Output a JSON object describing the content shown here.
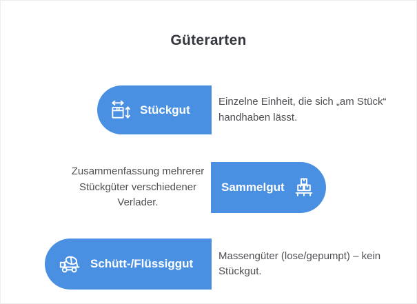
{
  "page": {
    "title": "Güterarten"
  },
  "colors": {
    "accent": "#4a90e2",
    "title_text": "#33373d",
    "body_text": "#4d4f52",
    "pill_text": "#ffffff"
  },
  "rows": [
    {
      "label": "Stückgut",
      "description": "Einzelne Einheit, die sich „am Stück“ handhaben lässt.",
      "icon": "package-dimensions-icon",
      "pill_side": "left"
    },
    {
      "label": "Sammelgut",
      "description": "Zusammenfassung mehrerer Stückgüter verschiedener Verlader.",
      "icon": "pallet-boxes-icon",
      "pill_side": "right"
    },
    {
      "label": "Schütt-/Flüssiggut",
      "description": "Massengüter (lose/gepumpt) – kein Stückgut.",
      "icon": "mixer-truck-icon",
      "pill_side": "left"
    }
  ]
}
